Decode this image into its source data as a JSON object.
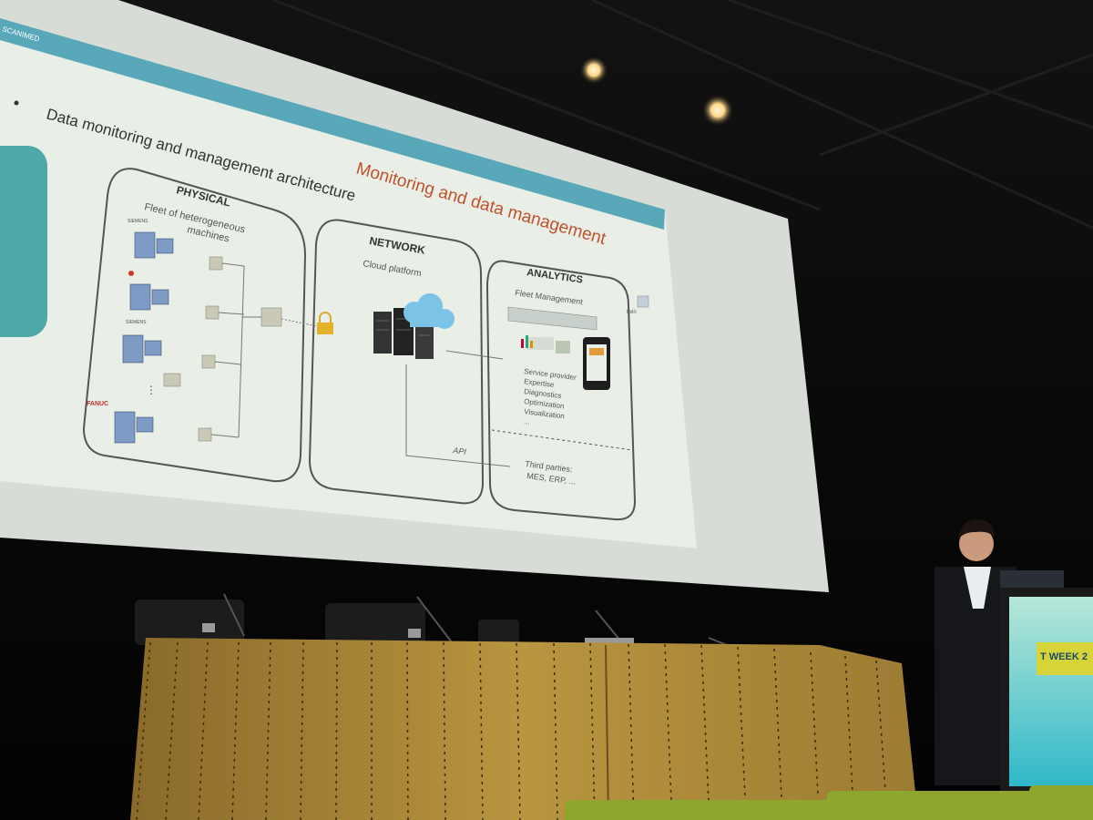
{
  "slide": {
    "brand": "SCANIMED",
    "bullet": "Data monitoring and management architecture",
    "title": "Monitoring and data management",
    "physical": {
      "heading": "PHYSICAL",
      "subtitle_line1": "Fleet of heterogeneous",
      "subtitle_line2": "machines",
      "brand_1": "SIEMENS",
      "brand_2": "SIEMENS",
      "brand_3": "FANUC",
      "ellipsis": "⋮"
    },
    "network": {
      "heading": "NETWORK",
      "subtitle": "Cloud platform"
    },
    "analytics": {
      "heading": "ANALYTICS",
      "subtitle": "Fleet Management",
      "items": [
        "Service provider",
        "Expertise",
        "Diagnostics",
        "Optimization",
        "Visualization",
        "..."
      ],
      "third_parties": "Third parties:",
      "third_parties_detail": "MES, ERP, ..."
    },
    "api_label": "API",
    "twin_label": "twin"
  },
  "podium": {
    "banner": "T WEEK 2"
  },
  "colors": {
    "slide_bg": "#e9eee7",
    "title_red": "#c0522e",
    "header_band": "#3f9bb0",
    "panel_border": "#555555",
    "desk_wood": "#a7873c",
    "seat_green": "#8fa62e",
    "podium_screen": "#56c6c6"
  }
}
